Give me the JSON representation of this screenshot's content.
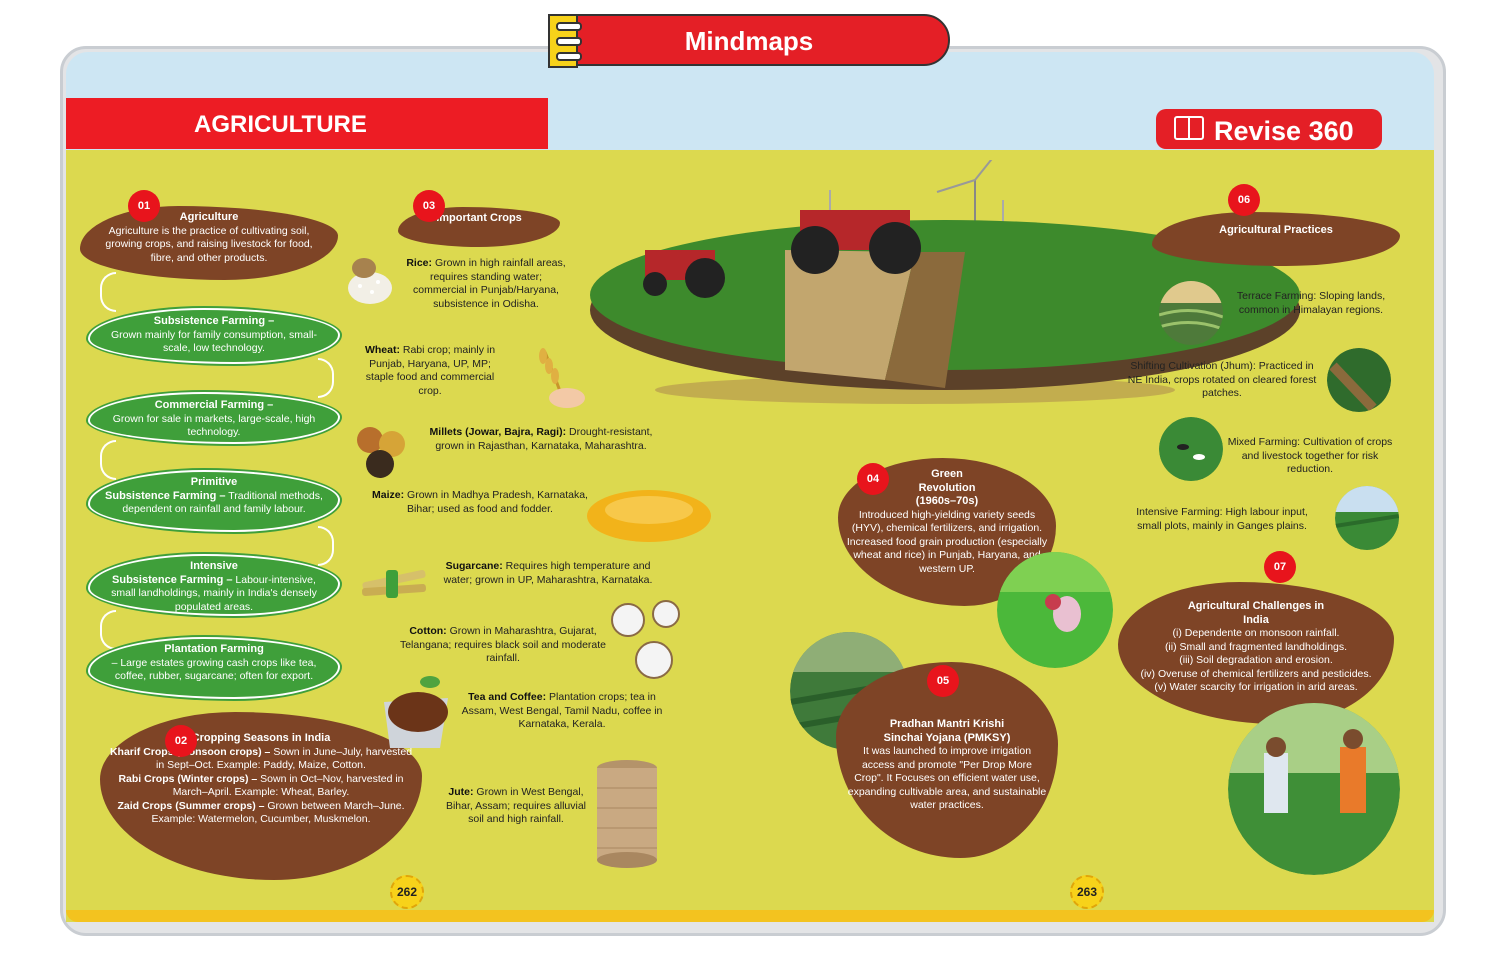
{
  "header": {
    "tab_title": "Mindmaps",
    "banner": "AGRICULTURE",
    "brand": "Revise 360"
  },
  "left": {
    "agriculture": {
      "num": "01",
      "title": "Agriculture",
      "text": "Agriculture is the practice of cultivating soil, growing crops, and raising livestock for food, fibre, and other products."
    },
    "types": [
      {
        "title": "Subsistence Farming –",
        "text": "Grown mainly for family consumption, small-scale, low technology."
      },
      {
        "title": "Commercial Farming –",
        "text": "Grown for sale in markets, large-scale, high technology."
      },
      {
        "title": "Primitive",
        "title2": "Subsistence Farming –",
        "text": "Traditional methods, dependent on rainfall and family labour."
      },
      {
        "title": "Intensive",
        "title2": "Subsistence Farming –",
        "text": "Labour-intensive, small landholdings, mainly in India's densely populated areas."
      },
      {
        "title": "Plantation Farming",
        "text": "– Large estates growing cash crops like tea, coffee, rubber, sugarcane; often for export."
      }
    ],
    "seasons": {
      "num": "02",
      "title": "Cropping Seasons in India",
      "kharif_t": "Kharif Crops (Monsoon crops) –",
      "kharif": "Sown in June–July, harvested in Sept–Oct. Example: Paddy, Maize, Cotton.",
      "rabi_t": "Rabi Crops (Winter crops) –",
      "rabi": "Sown in Oct–Nov, harvested in March–April. Example: Wheat, Barley.",
      "zaid_t": "Zaid Crops (Summer crops) –",
      "zaid": "Grown between March–June. Example: Watermelon, Cucumber, Muskmelon."
    }
  },
  "crops": {
    "num": "03",
    "title": "Important Crops",
    "items": [
      {
        "name": "Rice:",
        "text": "Grown in high rainfall areas, requires standing water; commercial in Punjab/Haryana, subsistence in Odisha."
      },
      {
        "name": "Wheat:",
        "text": "Rabi crop; mainly in Punjab, Haryana, UP, MP; staple food and commercial crop."
      },
      {
        "name": "Millets (Jowar, Bajra, Ragi):",
        "text": "Drought-resistant, grown in Rajasthan, Karnataka, Maharashtra."
      },
      {
        "name": "Maize:",
        "text": "Grown in Madhya Pradesh, Karnataka, Bihar; used as food and fodder."
      },
      {
        "name": "Sugarcane:",
        "text": "Requires high temperature and water; grown in UP, Maharashtra, Karnataka."
      },
      {
        "name": "Cotton:",
        "text": "Grown in Maharashtra, Gujarat, Telangana; requires black soil and moderate rainfall."
      },
      {
        "name": "Tea and Coffee:",
        "text": "Plantation crops; tea in Assam, West Bengal, Tamil Nadu, coffee in Karnataka, Kerala."
      },
      {
        "name": "Jute:",
        "text": "Grown in West Bengal, Bihar, Assam; requires alluvial soil and high rainfall."
      }
    ]
  },
  "green_revolution": {
    "num": "04",
    "title": "Green Revolution (1960s–70s)",
    "text": "Introduced high-yielding variety seeds (HYV), chemical fertilizers, and irrigation. Increased food grain production (especially wheat and rice) in Punjab, Haryana, and western UP."
  },
  "pmksy": {
    "num": "05",
    "title": "Pradhan Mantri Krishi Sinchai Yojana (PMKSY)",
    "text": "It was launched to improve irrigation access and promote \"Per Drop More Crop\". It Focuses on efficient water use, expanding cultivable area, and sustainable water practices."
  },
  "practices": {
    "num": "06",
    "title": "Agricultural Practices",
    "items": [
      "Terrace Farming: Sloping lands, common in Himalayan regions.",
      "Shifting Cultivation (Jhum): Practiced in NE India, crops rotated on cleared forest patches.",
      "Mixed Farming: Cultivation of crops and livestock together for risk reduction.",
      "Intensive Farming: High labour input, small plots, mainly in Ganges plains."
    ]
  },
  "challenges": {
    "num": "07",
    "title": "Agricultural Challenges in India",
    "items": [
      "(i) Dependente on monsoon rainfall.",
      "(ii) Small and fragmented landholdings.",
      "(iii) Soil degradation and erosion.",
      "(iv) Overuse of chemical fertilizers and pesticides.",
      "(v) Water scarcity for irrigation in arid areas."
    ]
  },
  "pages": {
    "left": "262",
    "right": "263"
  }
}
